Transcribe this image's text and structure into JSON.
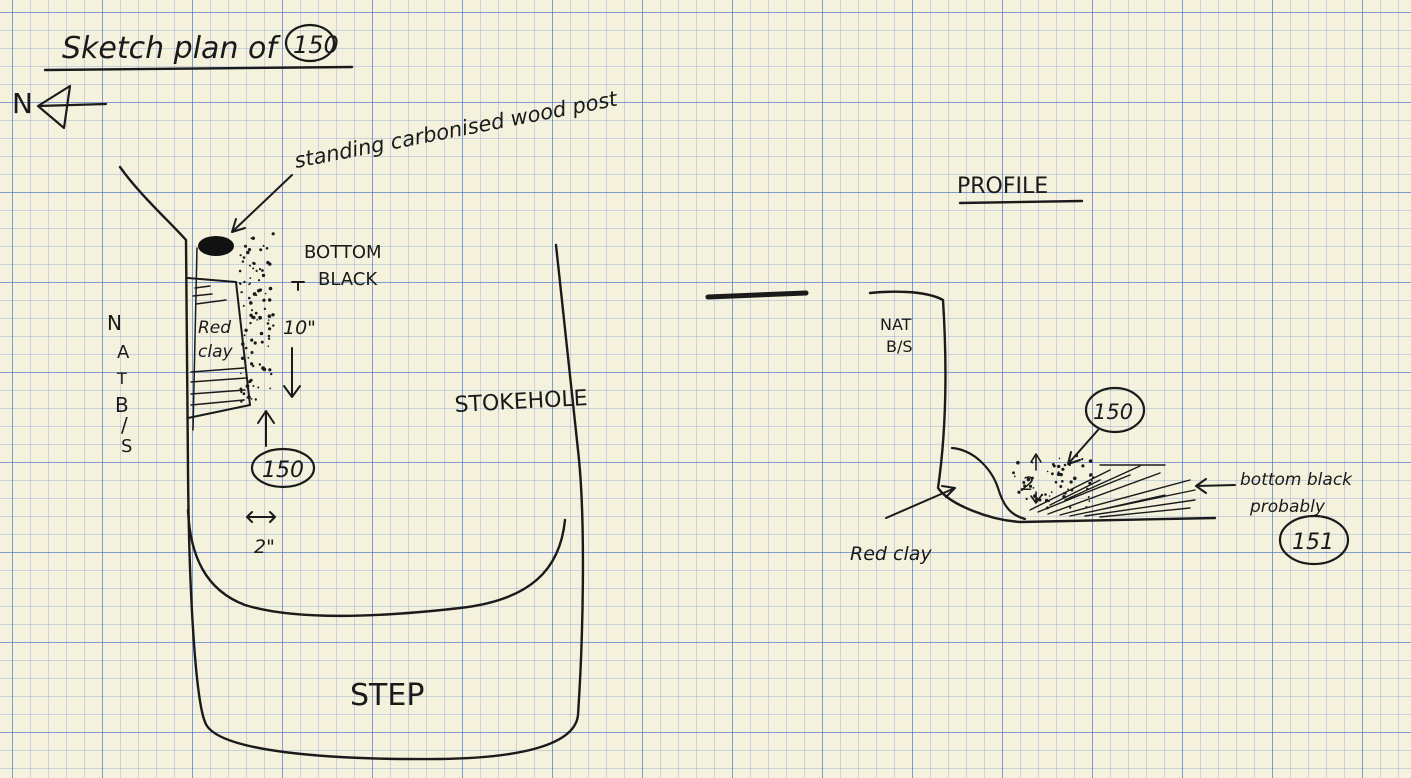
{
  "plan": {
    "title_prefix": "Sketch plan of",
    "context_number": "150",
    "north": "N",
    "post_label": "standing carbonised wood post",
    "bottom_black": "BOTTOM\nBLACK",
    "depth": "10\"",
    "red_clay": "Red\nclay",
    "context_number_marker": "150",
    "width": "2\"",
    "nat_bs": [
      "N",
      "A",
      "T",
      "B",
      "/",
      "S"
    ],
    "stokehole": "STOKEHOLE",
    "step": "STEP"
  },
  "profile": {
    "title": "PROFILE",
    "nat_bs": "NAT\nB/S",
    "context_number": "150",
    "width": "2",
    "red_clay": "Red clay",
    "bottom_black": "bottom black\nprobably",
    "context_number_lower": "151"
  },
  "colors": {
    "ink": "#1a1a1a",
    "paper": "#f4f1dc",
    "grid": "#4a6ec8"
  }
}
